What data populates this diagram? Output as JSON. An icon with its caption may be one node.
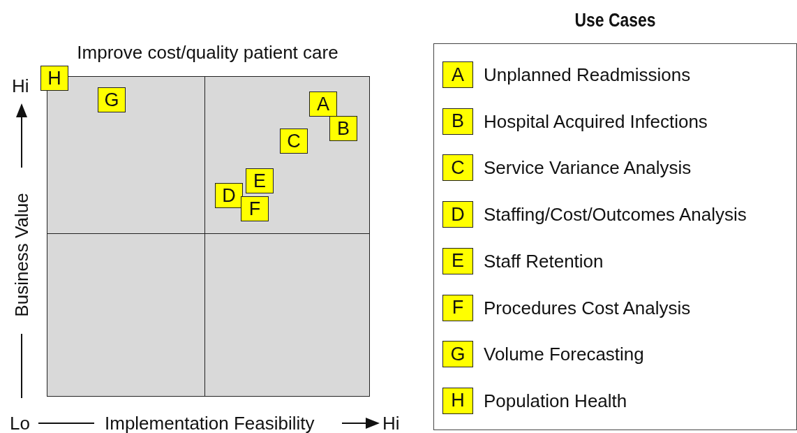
{
  "diagram": {
    "nodes": [
      {
        "text": [
          "Improve cost/quality patient care"
        ]
      },
      {
        "text": [
          "H"
        ]
      },
      {
        "text": [
          "G"
        ],
        "in": 0
      },
      {
        "text": [
          "A"
        ],
        "in": 0
      },
      {
        "text": [
          "B"
        ],
        "in": 0
      },
      {
        "text": [
          "C"
        ],
        "in": 0
      },
      {
        "text": [
          "E"
        ],
        "in": 0
      },
      {
        "text": [
          "D"
        ],
        "in": 0
      },
      {
        "text": [
          "F"
        ],
        "in": 0
      },
      {
        "text": [
          "Use Cases"
        ]
      },
      {
        "text": [
          "A"
        ],
        "in": 9,
        "beside": [
          "Unplanned Readmissions"
        ]
      },
      {
        "text": [
          "B"
        ],
        "in": 9,
        "beside": [
          "Hospital Acquired Infections"
        ]
      },
      {
        "text": [
          "C"
        ],
        "in": 9,
        "beside": [
          "Service Variance Analysis"
        ]
      },
      {
        "text": [
          "D"
        ],
        "in": 9,
        "beside": [
          "Staffing/Cost/Outcomes Analysis"
        ]
      },
      {
        "text": [
          "E"
        ],
        "in": 9,
        "beside": [
          "Staff Retention"
        ]
      },
      {
        "text": [
          "F"
        ],
        "in": 9,
        "beside": [
          "Procedures Cost Analysis"
        ]
      },
      {
        "text": [
          "G"
        ],
        "in": 9,
        "beside": [
          "Volume Forecasting"
        ]
      },
      {
        "text": [
          "H"
        ],
        "in": 9,
        "beside": [
          "Population Health"
        ]
      }
    ],
    "labels": [
      "Hi",
      "Business Value",
      "Lo",
      "Implementation Feasibility",
      "Hi"
    ]
  }
}
